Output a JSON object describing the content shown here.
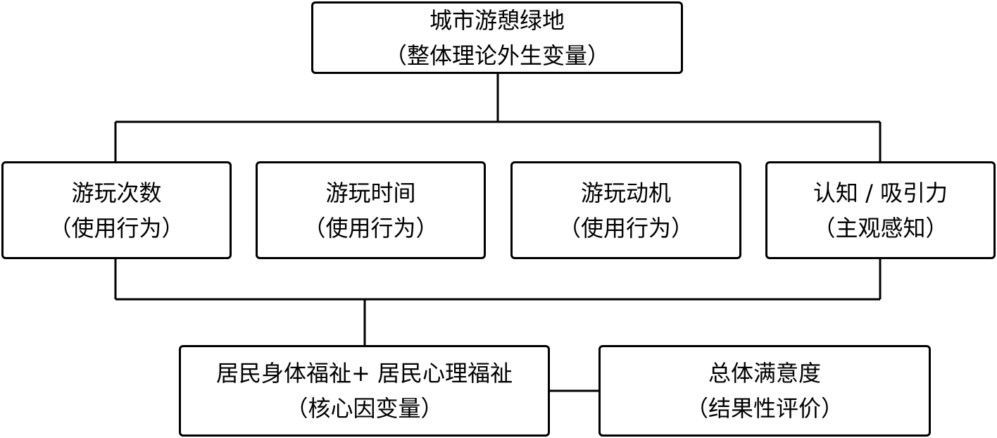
{
  "diagram": {
    "root": {
      "line1": "城市游憩绿地",
      "line2": "（整体理论外生变量）"
    },
    "factors": [
      {
        "line1": "游玩次数",
        "line2": "（使用行为）"
      },
      {
        "line1": "游玩时间",
        "line2": "（使用行为）"
      },
      {
        "line1": "游玩动机",
        "line2": "（使用行为）"
      },
      {
        "line1": "认知 / 吸引力",
        "line2": "（主观感知）"
      }
    ],
    "core": {
      "line1": "居民身体福祉+ 居民心理福祉",
      "line2": "（核心因变量）"
    },
    "outcome": {
      "line1": "总体满意度",
      "line2": "（结果性评价）"
    }
  }
}
